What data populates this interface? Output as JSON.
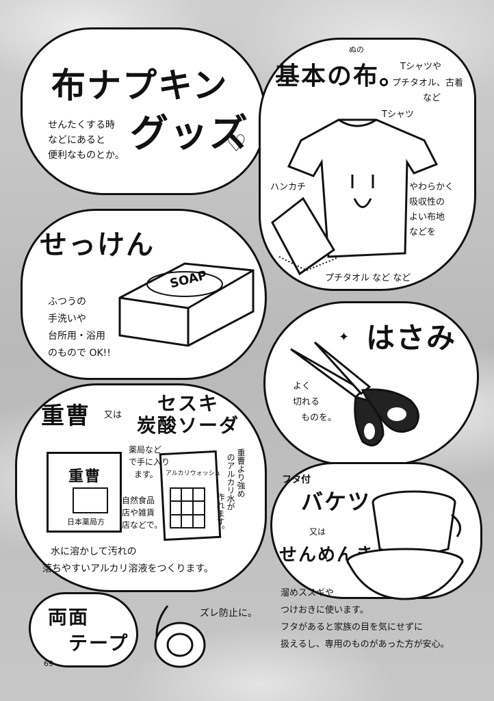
{
  "title": {
    "line1": "布ナプキン",
    "line2": "グッズ",
    "heart": "♡"
  },
  "intro": [
    "せんたくする時",
    "などにあると",
    "便利なものとか。"
  ],
  "cloth": {
    "heading": "基本の布。",
    "ruby": "ぬの",
    "note": [
      "Tシャツや",
      "プチタオル、古着",
      "など"
    ],
    "tshirt_label": "Tシャツ",
    "handkerchief_label": "ハンカチ",
    "towel_label": "プチタオル など など",
    "desc": [
      "やわらかく",
      "吸収性の",
      "よい布地",
      "などを"
    ]
  },
  "soap": {
    "heading": "せっけん",
    "stamp": "SOAP",
    "desc": [
      "ふつうの",
      "手洗いや",
      "台所用・浴用",
      "のもので OK!!"
    ]
  },
  "scissors": {
    "heading": "はさみ",
    "desc": [
      "よく",
      "切れる",
      "ものを。"
    ],
    "sparkle": "✦"
  },
  "soda": {
    "heading1": "重曹",
    "or": "又は",
    "heading2_line1": "セスキ",
    "heading2_line2": "炭酸ソーダ",
    "box_label": "重曹",
    "box_maker": "日本薬局方",
    "bag_label": "アルカリウォッシュ",
    "note_pharmacy": [
      "薬局など",
      "で手に入り",
      "ます。"
    ],
    "note_store": [
      "自然食品",
      "店や雑貨",
      "店などで。"
    ],
    "note_vertical": [
      "重曹より強め",
      "のアルカリ水が",
      "作れます。"
    ],
    "desc": [
      "水に溶かして汚れの",
      "落ちやすいアルカリ溶液をつくります。"
    ]
  },
  "bucket": {
    "heading_small": "フタ付",
    "heading": "バケツ",
    "or": "又は",
    "heading2": "せんめんき",
    "desc": [
      "溜めススギや",
      "つけおきに使います。",
      "フタがあると家族の目を気にせずに",
      "扱えるし、専用のものがあった方が安心。"
    ]
  },
  "tape": {
    "heading1": "両面",
    "heading2": "テープ",
    "desc": "ズレ防止に。"
  },
  "page_number": "69"
}
